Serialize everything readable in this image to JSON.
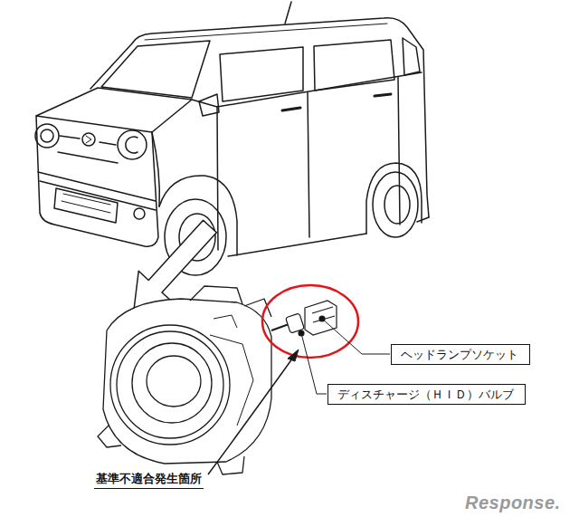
{
  "diagram": {
    "nodes": [
      {
        "text": [
          "ヘッドランプソケット"
        ]
      },
      {
        "text": [
          "ディスチャージ（ＨＩＤ）バルブ"
        ]
      }
    ],
    "labels": [
      "基準不適合発生箇所",
      "Response."
    ]
  }
}
